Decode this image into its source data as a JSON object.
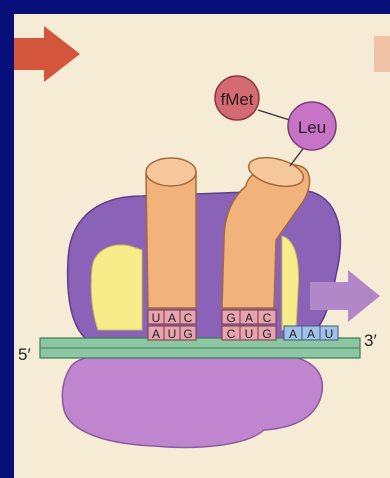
{
  "colors": {
    "frame": "#07107a",
    "panel": "#f6ecd6",
    "arrow_left": "#d2553c",
    "arrow_right_faded": "#f0c3a6",
    "arrow_movement": "#b088c8",
    "ribbosome_large": "#8a62b8",
    "ribbosome_small": "#bf86cf",
    "tRNA": "#f2b27c",
    "site_yellow": "#f6ec8a",
    "mRNA": "#8dc6a2",
    "codon_pink": "#e7a3ae",
    "codon_blue": "#9fc3e8",
    "fMet": "#d46b72",
    "Leu": "#c773c6"
  },
  "amino_acids": {
    "first": "fMet",
    "second": "Leu"
  },
  "anticodons": {
    "trna1": [
      "U",
      "A",
      "C"
    ],
    "trna2": [
      "G",
      "A",
      "C"
    ]
  },
  "mrna": {
    "bases": [
      "A",
      "U",
      "G",
      "C",
      "U",
      "G",
      "A",
      "A",
      "U"
    ],
    "label_5": "5′",
    "label_3": "3′"
  }
}
